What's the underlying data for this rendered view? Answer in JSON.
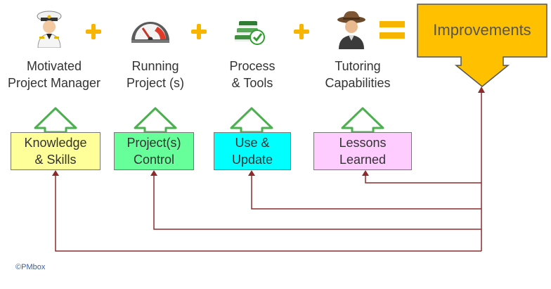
{
  "inputs": [
    {
      "label": "Motivated\nProject Manager"
    },
    {
      "label": "Running\nProject (s)"
    },
    {
      "label": "Process\n& Tools"
    },
    {
      "label": "Tutoring\nCapabilities"
    }
  ],
  "result": {
    "label": "Improvements"
  },
  "feedback_boxes": [
    {
      "label": "Knowledge\n& Skills",
      "color": "#ffff99"
    },
    {
      "label": "Project(s)\nControl",
      "color": "#66ff99"
    },
    {
      "label": "Use &\nUpdate",
      "color": "#00ffff"
    },
    {
      "label": "Lessons\nLearned",
      "color": "#ffccff"
    }
  ],
  "colors": {
    "accent": "#f7b500",
    "arrow_line": "#8b2b2b",
    "box_outline": "#777777"
  },
  "icons": [
    "captain-icon",
    "gauge-icon",
    "books-check-icon",
    "tutor-hat-icon"
  ],
  "footer": {
    "copyright": "©PMbox"
  }
}
